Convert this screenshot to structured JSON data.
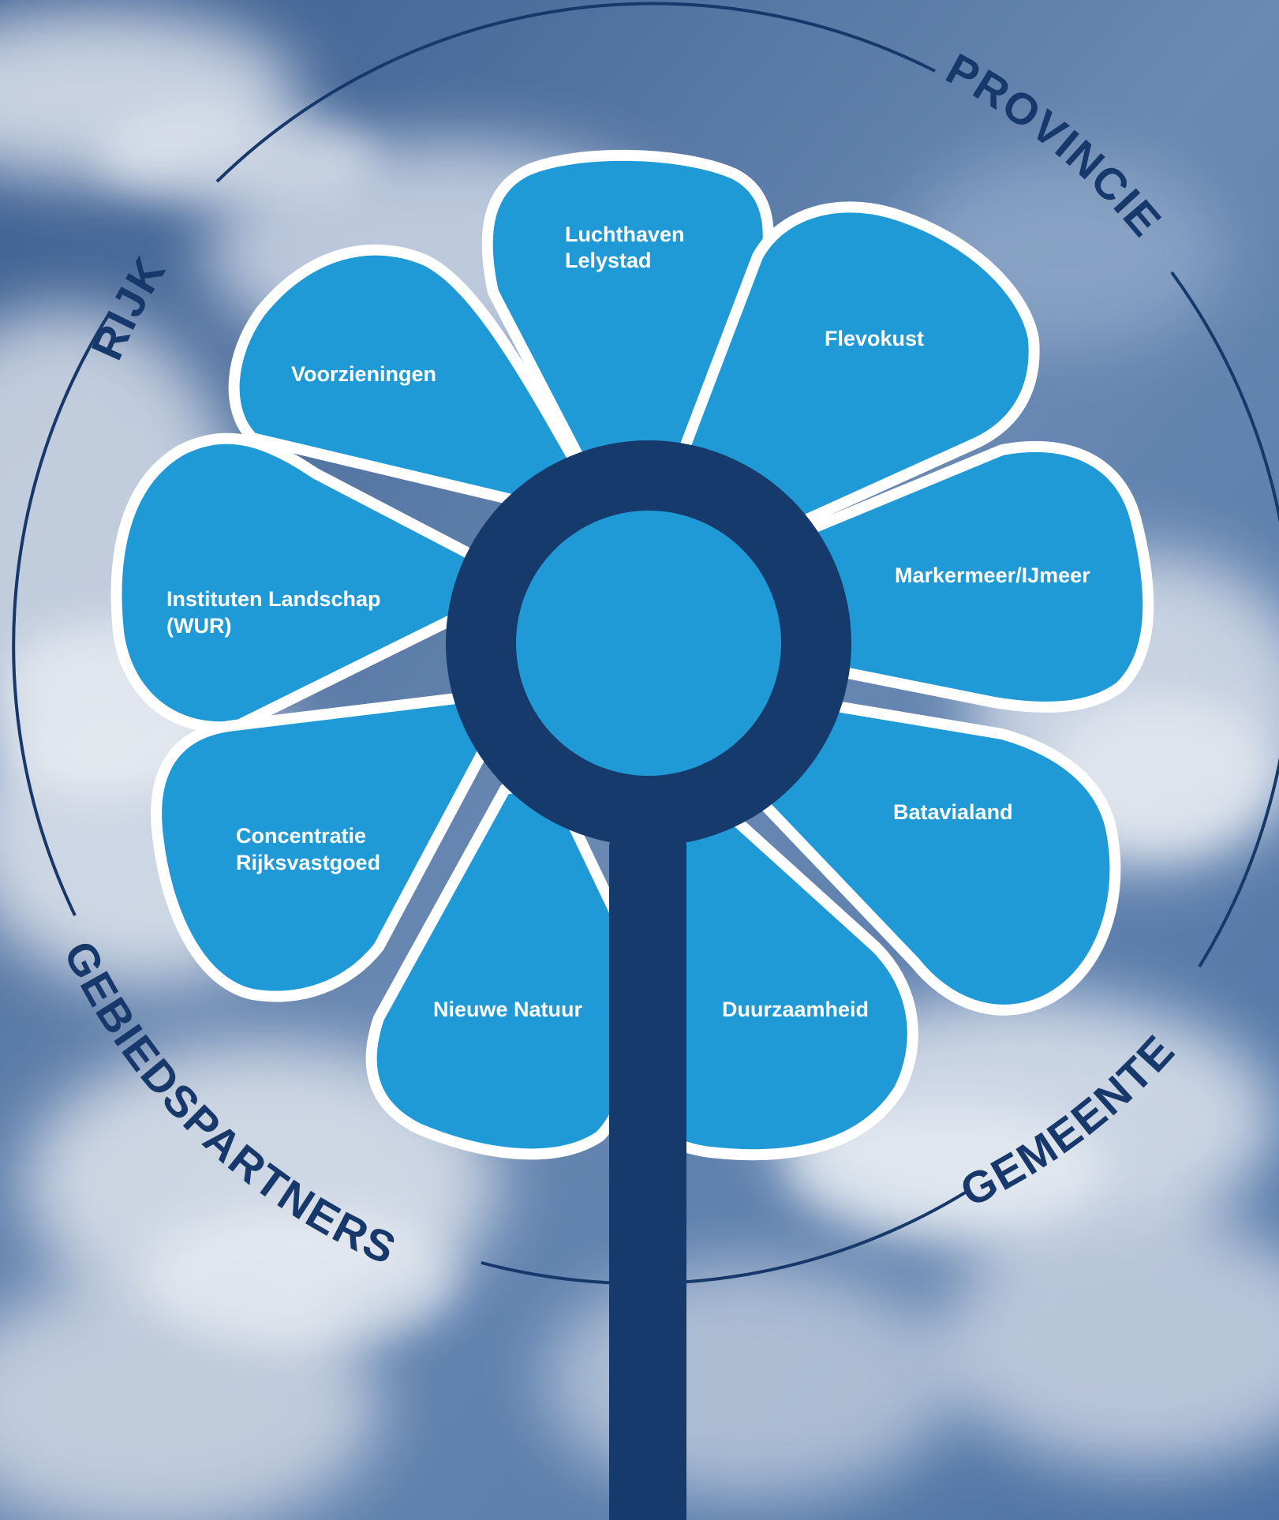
{
  "colors": {
    "sky_top": "#3c5f93",
    "sky_mid": "#6f8fb8",
    "cloud": "#e9edf3",
    "petal_fill": "#1f9ad7",
    "petal_outline": "#ffffff",
    "stem_ring": "#163a6b",
    "center_fill": "#1f9ad7",
    "circle_line": "#17386a"
  },
  "petals": [
    {
      "id": "luchthaven",
      "label_lines": [
        "Luchthaven",
        "Lelystad"
      ]
    },
    {
      "id": "flevokust",
      "label_lines": [
        "Flevokust"
      ]
    },
    {
      "id": "markermeer",
      "label_lines": [
        "Markermeer/IJmeer"
      ]
    },
    {
      "id": "batavialand",
      "label_lines": [
        "Batavialand"
      ]
    },
    {
      "id": "duurzaamheid",
      "label_lines": [
        "Duurzaamheid"
      ]
    },
    {
      "id": "nieuwe-natuur",
      "label_lines": [
        "Nieuwe Natuur"
      ]
    },
    {
      "id": "concentratie",
      "label_lines": [
        "Concentratie",
        "Rijksvastgoed"
      ]
    },
    {
      "id": "instituten",
      "label_lines": [
        "Instituten Landschap",
        "(WUR)"
      ]
    },
    {
      "id": "voorzieningen",
      "label_lines": [
        "Voorzieningen"
      ]
    }
  ],
  "ring_labels": {
    "rijk": "RIJK",
    "provincie": "PROVINCIE",
    "gemeente": "GEMEENTE",
    "gebiedspartners": "GEBIEDSPARTNERS"
  }
}
